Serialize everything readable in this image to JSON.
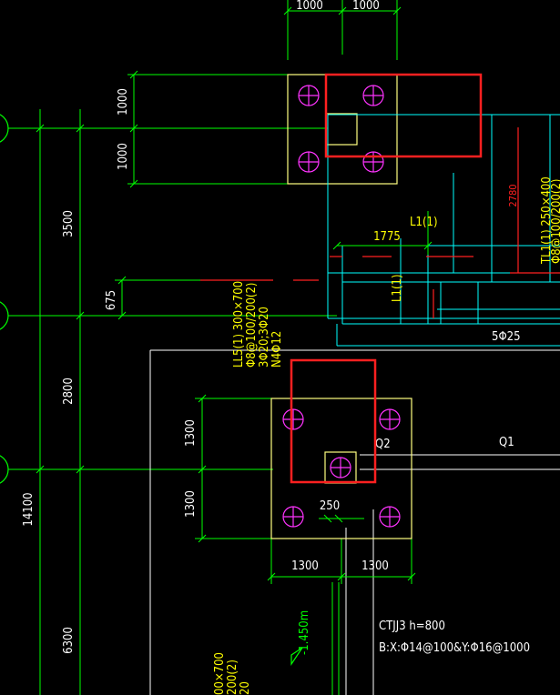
{
  "colors": {
    "background": "#000000",
    "axis": "#00ff00",
    "dimension": "#00ff00",
    "cap": "#ffff80",
    "pile": "#ff33ff",
    "beam": "#00ffff",
    "label": "#ffff00",
    "highlight": "#ff2020",
    "annotation": "#ffffff"
  },
  "dims": {
    "top_left": "1000",
    "top_right": "1000",
    "cap1_upper": "1000",
    "cap1_lower": "1000",
    "axis_3500": "3500",
    "dim_675": "675",
    "axis_2800": "2800",
    "axis_14100": "14100",
    "axis_6300": "6300",
    "cap2_upper": "1300",
    "cap2_lower": "1300",
    "cap2_left": "1300",
    "cap2_right": "1300",
    "dim_250": "250",
    "dim_1775": "1775",
    "dim_2780": "2780"
  },
  "labels": {
    "l1_1": "L1(1)",
    "l1_vertical": "L1(1)",
    "tl1": "TL1(1) 250×400",
    "tl1_sub": "Φ8@100/200(2)",
    "rebar_5phi25": "5Φ25",
    "ll5_line1": "LL5(1) 300×700",
    "ll5_line2": "Φ8@100/200(2)",
    "ll5_line3": "3Φ20;3Φ20",
    "ll5_line4": "N4Φ12",
    "q2": "Q2",
    "q1": "Q1",
    "elevation": "-1.450m",
    "ctjj3": "CTJJ3  h=800",
    "ctjj3_rebar": "B:X:Φ14@100&Y:Φ16@1000",
    "bottom_beam_1": "00×700",
    "bottom_beam_2": "200(2)",
    "bottom_beam_3": "20"
  }
}
